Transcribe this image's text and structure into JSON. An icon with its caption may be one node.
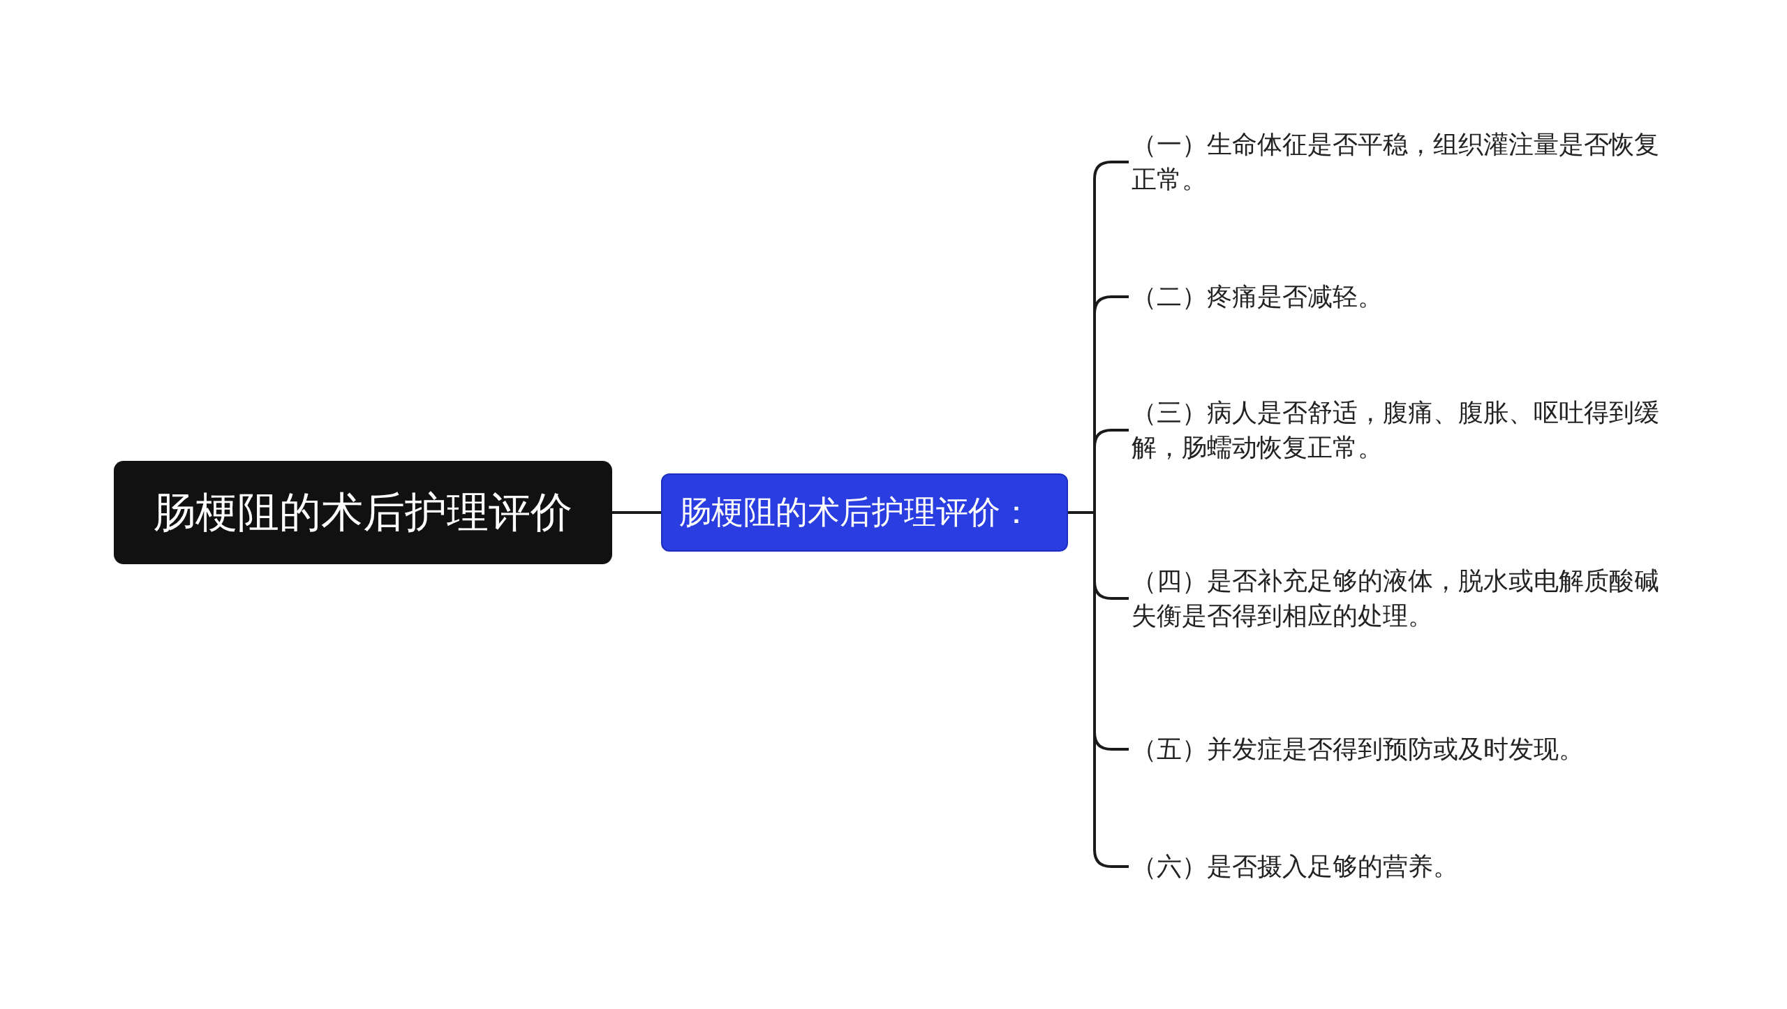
{
  "diagram": {
    "nodes": [
      {
        "text": [
          "肠梗阻的术后护理评价"
        ]
      },
      {
        "text": [
          "肠梗阻的术后护理评价："
        ]
      },
      {
        "text": [
          "（一）生命体征是否平稳，组织灌注量是否恢复正常。"
        ]
      },
      {
        "text": [
          "（二）疼痛是否减轻。"
        ]
      },
      {
        "text": [
          "（三）病人是否舒适，腹痛、腹胀、呕吐得到缓解，肠蠕动恢复正常。"
        ]
      },
      {
        "text": [
          "（四）是否补充足够的液体，脱水或电解质酸碱失衡是否得到相应的处理。"
        ]
      },
      {
        "text": [
          "（五）并发症是否得到预防或及时发现。"
        ]
      },
      {
        "text": [
          "（六）是否摄入足够的营养。"
        ]
      }
    ],
    "edges": [
      {
        "from": 0,
        "to": 1,
        "arrow": "none"
      },
      {
        "from": 1,
        "to": 2,
        "arrow": "none"
      },
      {
        "from": 1,
        "to": 3,
        "arrow": "none"
      },
      {
        "from": 1,
        "to": 4,
        "arrow": "none"
      },
      {
        "from": 1,
        "to": 5,
        "arrow": "none"
      },
      {
        "from": 1,
        "to": 6,
        "arrow": "none"
      },
      {
        "from": 1,
        "to": 7,
        "arrow": "none"
      }
    ]
  }
}
